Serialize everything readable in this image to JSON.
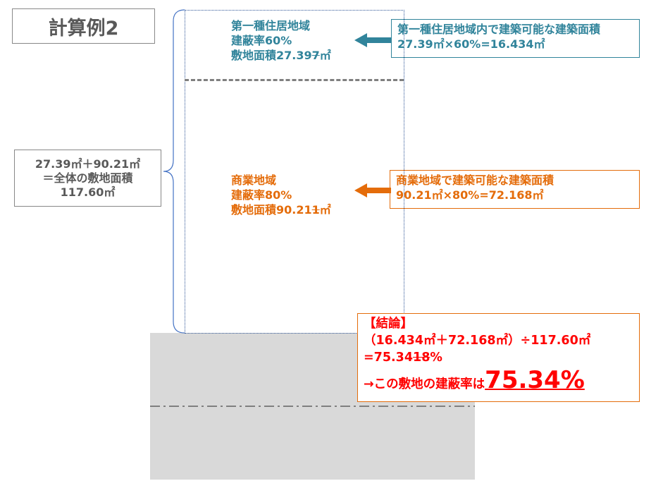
{
  "title": "計算例2",
  "total_box": {
    "line1": "27.39㎡＋90.21㎡",
    "line2": "＝全体の敷地面積",
    "line3": "117.60㎡"
  },
  "zone1": {
    "name": "第一種住居地域",
    "ratio": "建蔽率60%",
    "area_label": "敷地面積27.39",
    "area_struck": "7",
    "area_unit": "㎡",
    "calc_title": "第一種住居地域内で建築可能な建築面積",
    "calc": "27.39㎡×60%=16.434㎡",
    "color": "#31849b"
  },
  "zone2": {
    "name": "商業地域",
    "ratio": "建蔽率80%",
    "area_label": "敷地面積90.21",
    "area_struck": "1",
    "area_unit": "㎡",
    "calc_title": "商業地域で建築可能な建築面積",
    "calc": "90.21㎡×80%=72.168㎡",
    "color": "#e46c0a"
  },
  "conclusion": {
    "heading": "【結論】",
    "formula": "（16.434㎡＋72.168㎡）÷117.60㎡",
    "result_prefix": "=75.34",
    "result_struck": "18",
    "result_suffix": "%",
    "final_prefix": "→この敷地の建蔽率は",
    "final_value": "75.34%",
    "color": "#ff0000"
  }
}
